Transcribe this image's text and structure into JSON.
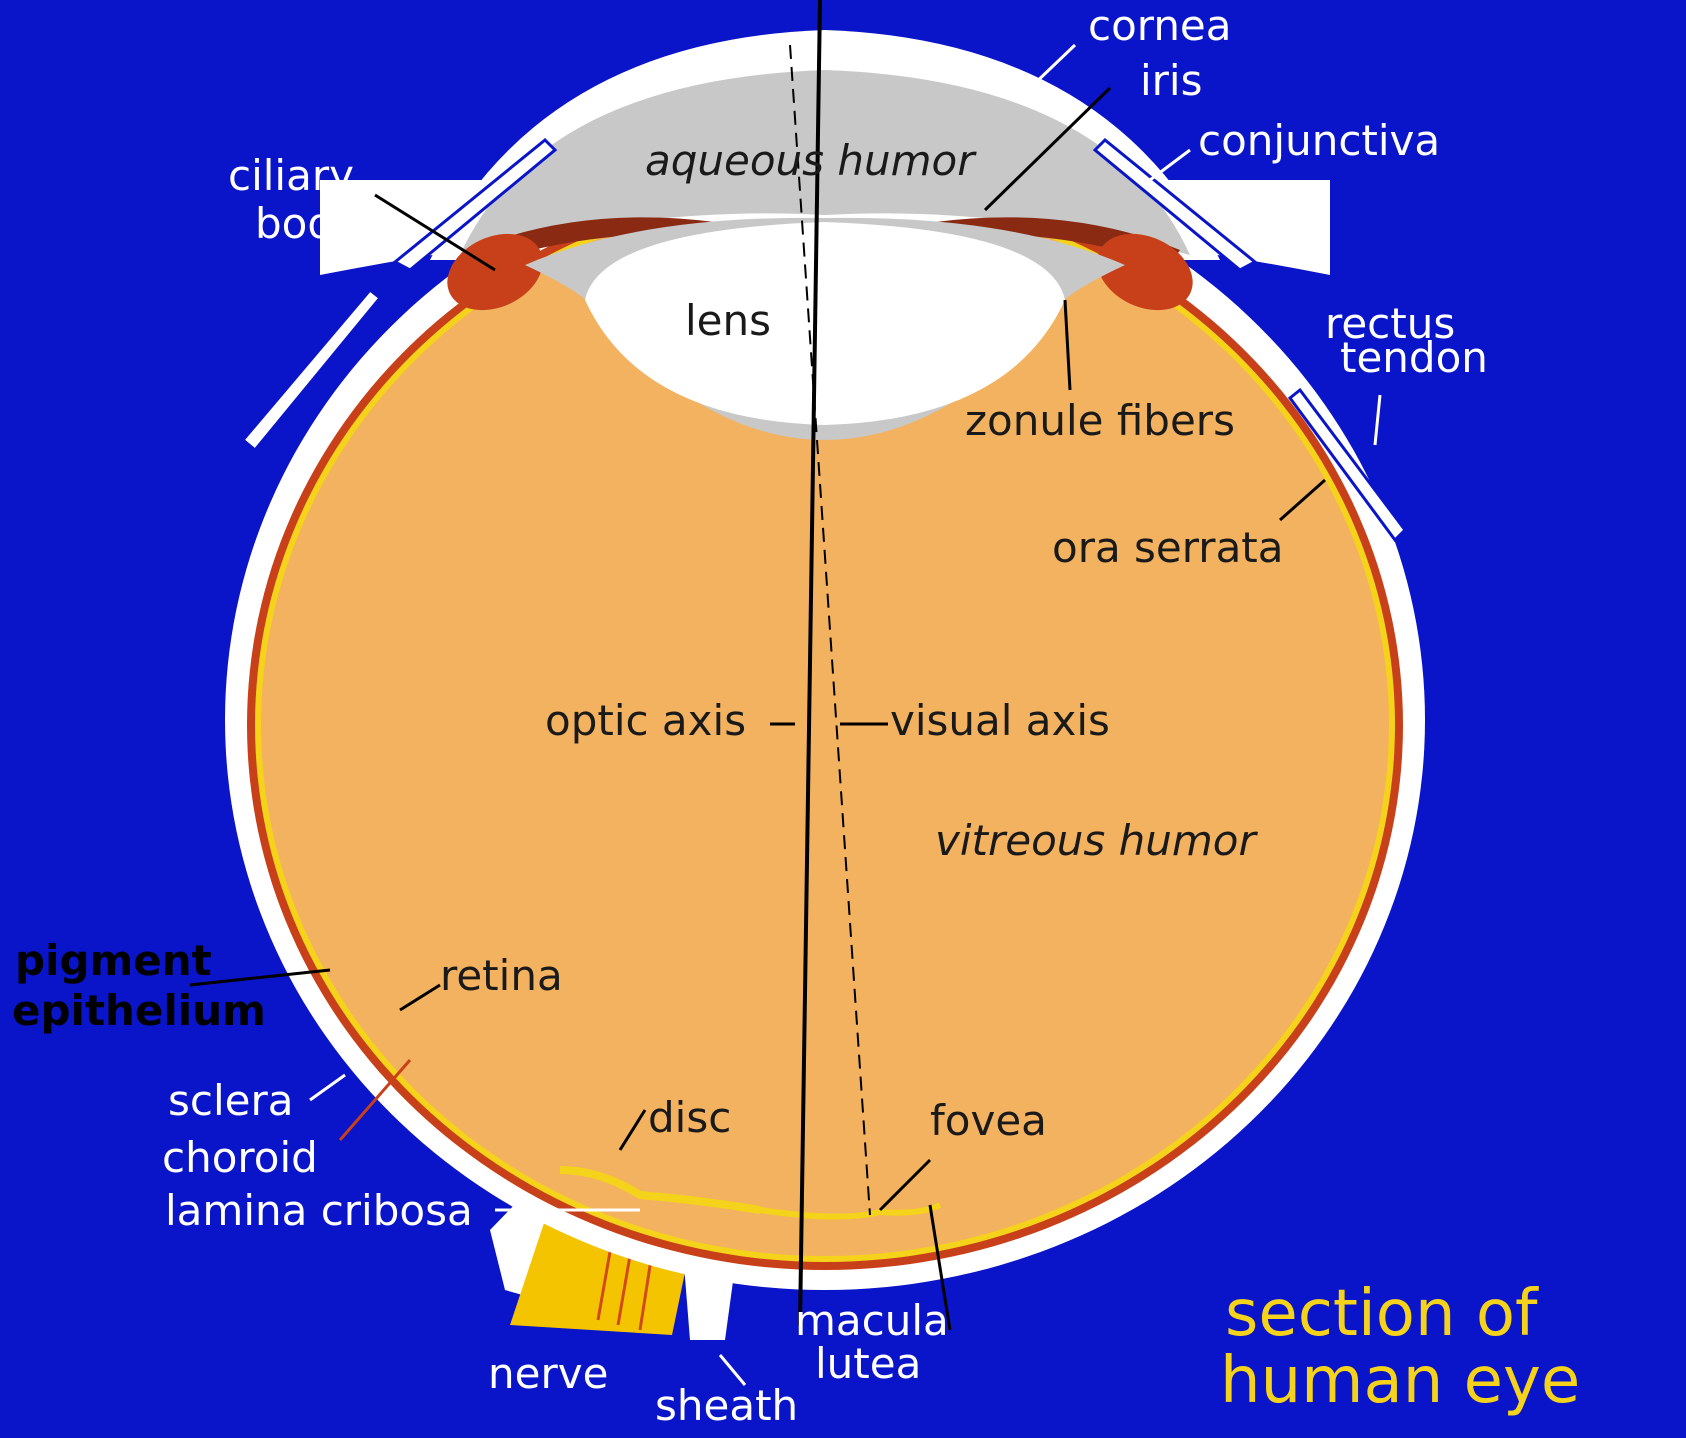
{
  "colors": {
    "background": "#0a14c8",
    "sclera": "#ffffff",
    "vitreous": "#f3b25f",
    "aqueous": "#c8c8c8",
    "choroid": "#c8401a",
    "retina": "#f5d31a",
    "title": "#f5d31a"
  },
  "labels": {
    "cornea": "cornea",
    "iris": "iris",
    "conjunctiva": "conjunctiva",
    "ciliary_body_1": "ciliary",
    "ciliary_body_2": "body",
    "aqueous_humor": "aqueous humor",
    "lens": "lens",
    "rectus_tendon_1": "rectus",
    "rectus_tendon_2": "tendon",
    "zonule_fibers": "zonule fibers",
    "ora_serrata": "ora serrata",
    "optic_axis": "optic axis",
    "visual_axis": "visual axis",
    "vitreous_humor": "vitreous humor",
    "pigment_epithelium_1": "pigment",
    "pigment_epithelium_2": "epithelium",
    "retina": "retina",
    "sclera": "sclera",
    "choroid": "choroid",
    "lamina_cribosa": "lamina cribosa",
    "disc": "disc",
    "fovea": "fovea",
    "macula_lutea_1": "macula",
    "macula_lutea_2": "lutea",
    "nerve": "nerve",
    "sheath": "sheath"
  },
  "title": {
    "line1": "section of",
    "line2": "human eye"
  }
}
